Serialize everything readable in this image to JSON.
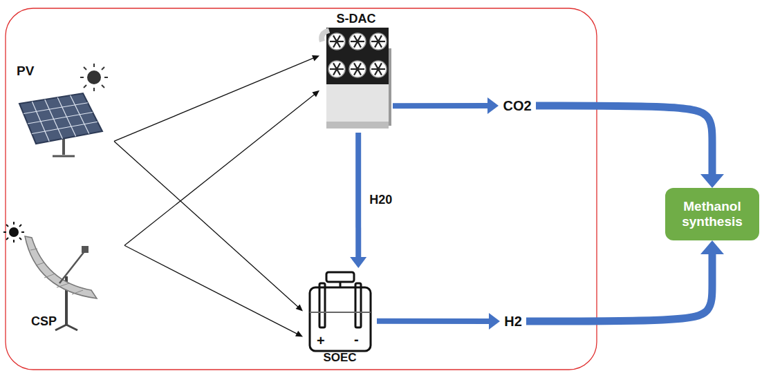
{
  "diagram": {
    "nodes": [
      {
        "text": [
          "PV"
        ]
      },
      {
        "text": [
          "CSP"
        ]
      },
      {
        "text": [
          "S-DAC"
        ]
      },
      {
        "text": [
          "SOEC"
        ]
      },
      {
        "text": [
          "CO2"
        ]
      },
      {
        "text": [
          "H2"
        ]
      },
      {
        "text": [
          "Methanol synthesis"
        ]
      }
    ],
    "edges": [
      {
        "from": 0,
        "to": 2,
        "arrow": "to"
      },
      {
        "from": 0,
        "to": 3,
        "arrow": "to"
      },
      {
        "from": 1,
        "to": 2,
        "arrow": "to"
      },
      {
        "from": 1,
        "to": 3,
        "arrow": "to"
      },
      {
        "from": 2,
        "to": 4,
        "arrow": "to"
      },
      {
        "from": 2,
        "to": 3,
        "label": "H20",
        "arrow": "to"
      },
      {
        "from": 3,
        "to": 5,
        "arrow": "to"
      },
      {
        "from": 4,
        "to": 6,
        "arrow": "to"
      },
      {
        "from": 5,
        "to": 6,
        "arrow": "to"
      }
    ],
    "labels": [
      "+",
      "-"
    ]
  }
}
